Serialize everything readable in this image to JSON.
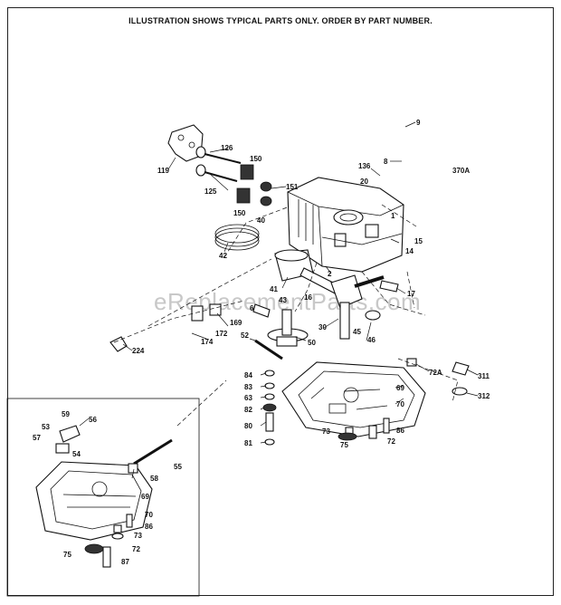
{
  "header": {
    "text": "ILLUSTRATION SHOWS TYPICAL PARTS ONLY. ORDER BY PART NUMBER."
  },
  "watermark": {
    "text": "eReplacementParts.com"
  },
  "callouts": {
    "c9": "9",
    "c8": "8",
    "c136": "136",
    "c370A": "370A",
    "c20": "20",
    "c126a": "126",
    "c150a": "150",
    "c119": "119",
    "c125": "125",
    "c151": "151",
    "c150b": "150",
    "c40": "40",
    "c1": "1",
    "c15": "15",
    "c14": "14",
    "c42": "42",
    "c2": "2",
    "c41": "41",
    "c43": "43",
    "c17": "17",
    "c16": "16",
    "c6": "6",
    "c169": "169",
    "c172": "172",
    "c30": "30",
    "c45": "45",
    "c46": "46",
    "c174": "174",
    "c50": "50",
    "c224": "224",
    "c52": "52",
    "c72Aa": "72A",
    "c311": "311",
    "c84": "84",
    "c83": "83",
    "c69a": "69",
    "c63": "63",
    "c312": "312",
    "c70a": "70",
    "c82": "82",
    "c80": "80",
    "c73a": "73",
    "c86a": "86",
    "c81": "81",
    "c75a": "75",
    "c72a": "72",
    "c59": "59",
    "c53": "53",
    "c56": "56",
    "c57": "57",
    "c54": "54",
    "c55": "55",
    "c58": "58",
    "c69b": "69",
    "c70b": "70",
    "c86b": "86",
    "c73b": "73",
    "c75b": "75",
    "c72b": "72",
    "c87": "87"
  }
}
